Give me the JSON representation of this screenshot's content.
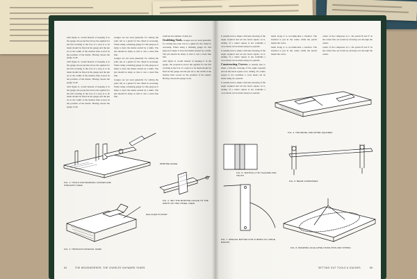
{
  "left_page": {
    "runner": "THE WOODWORKER: THE CHARLES HAYWARD YEARS",
    "page_number": "84",
    "columns": [
      [
        "with figure 6, would instead of keeping it in the gauge, the projection above the applied for the full working at the foot of a step is to be made should be fixed in the gauge and the pin set to the width of the mortise then scored on the position of the marks. Having chosen the gauge work."
      ],
      [
        "Gauges are not used generally for cutting the joint, but as a guide for the chisel in recessing. When using a marking gauge for this purpose it helps to have the marks started by a knife. The pin should be sharp so that it cuts a clean fine line."
      ],
      [
        "stalk has the number of pins set."
      ]
    ],
    "heads": [
      "Grabbing Tools."
    ],
    "figures": [
      {
        "caption": "FIG. 1. TOOLS FOR MARKING CURVES AND STRAIGHT LINES"
      },
      {
        "caption": "FIG. 2. SET THE MORTISE GAUGE TO THE WIDTH OF THE CHISEL USED"
      },
      {
        "caption": "FIG. 3. THROUGH DOVETAIL MARK"
      },
      {
        "caption": "MORTISE GAUGE"
      },
      {
        "caption": "NAIL FILED TO POINT"
      }
    ]
  },
  "right_page": {
    "runner": "SETTING OUT TOOLS & GAUGES",
    "page_number": "85",
    "heads": [
      "Constructing Curves."
    ],
    "columns": [
      [
        "is usually best to make a full-size drawing of the angle required and set the bevel square on it, adding. If a centre square is not available a cross mark can be made using two pencils."
      ],
      [
        "made along it to accommodate a bradawl. The bradawl is put in the centre while the pencil marks the curve."
      ],
      [
        "centre of the compasses at C, the points B and F on the centre line are found by drawing arcs through the centre."
      ]
    ],
    "figures": [
      {
        "caption": "FIG. 4. THE BEVEL AND MITRE SQUARES"
      },
      {
        "caption": "FIG. 5. TESTING A TRY SQUARE FOR TRUTH"
      },
      {
        "caption": "FIG. 6. BEAM COMPASSES"
      },
      {
        "caption": "FIG. 7. SPECIAL BATTEN FOR CURVES OF LARGE RADIUS"
      },
      {
        "caption": "FIG. 8. DRAWING AN ELLIPSE USING PINS AND STRING"
      }
    ]
  }
}
